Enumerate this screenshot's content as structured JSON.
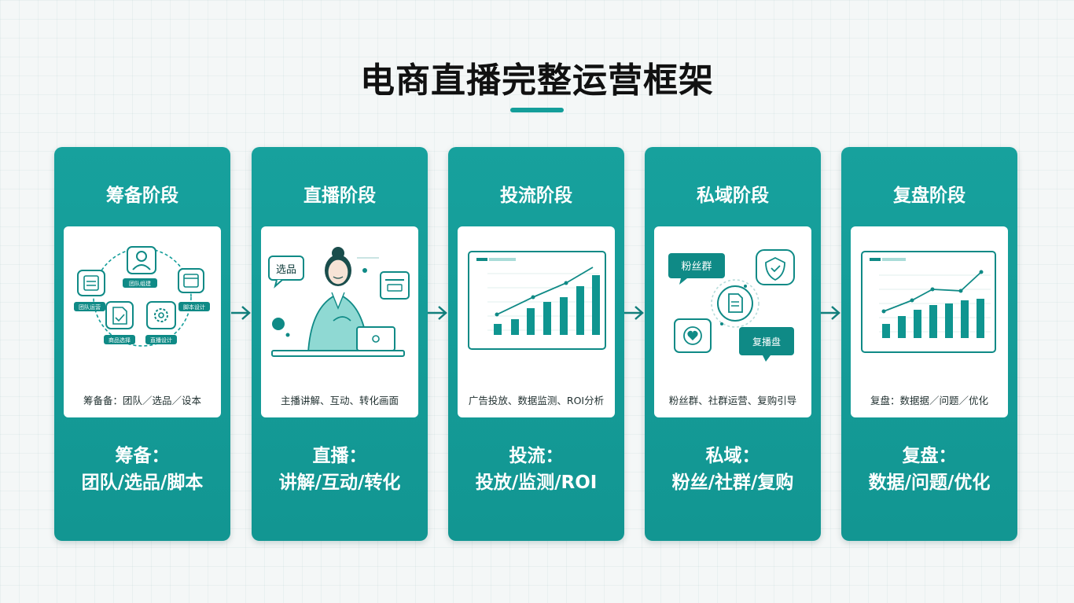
{
  "title": "电商直播完整运营框架",
  "stages": [
    {
      "title": "筹备阶段",
      "caption": "筹备备：团队／选品／设本",
      "summary_line1": "筹备：",
      "summary_line2": "团队/选品/脚本",
      "icon_labels": [
        "团队组建",
        "团队运营",
        "脚本设计",
        "商品选择",
        "直播设计"
      ]
    },
    {
      "title": "直播阶段",
      "caption": "主播讲解、互动、转化画面",
      "summary_line1": "直播：",
      "summary_line2": "讲解/互动/转化",
      "bubble_label": "选品"
    },
    {
      "title": "投流阶段",
      "caption": "广告投放、数据监测、ROI分析",
      "summary_line1": "投流：",
      "summary_line2": "投放/监测/ROI"
    },
    {
      "title": "私域阶段",
      "caption": "粉丝群、社群运营、复购引导",
      "summary_line1": "私域：",
      "summary_line2": "粉丝/社群/复购",
      "bubble_top": "粉丝群",
      "bubble_bottom": "复播盘"
    },
    {
      "title": "复盘阶段",
      "caption": "复盘：数据据／问题／优化",
      "summary_line1": "复盘：",
      "summary_line2": "数据/问题/优化"
    }
  ],
  "colors": {
    "teal": "#149e9a",
    "teal_dark": "#0f8a86",
    "arrow": "#127f7c",
    "background": "#f4f7f7"
  },
  "icons": [
    "user-icon",
    "calculator-icon",
    "calendar-icon",
    "document-icon",
    "gear-icon",
    "chat-icon",
    "heart-shield-icon",
    "heart-icon",
    "arrow-right-icon"
  ]
}
